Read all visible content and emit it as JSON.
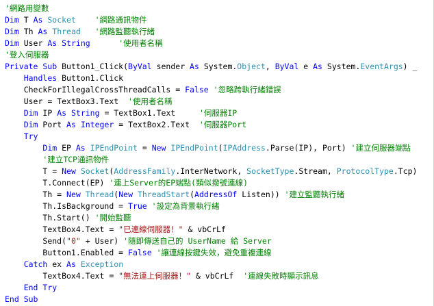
{
  "colors": {
    "plain": "#000000",
    "keyword": "#0000ff",
    "type": "#2b91af",
    "comment": "#008000",
    "string": "#a31515",
    "background": "#ffffff"
  },
  "code": {
    "lines": [
      {
        "indent": 0,
        "tokens": [
          {
            "k": "comment",
            "t": "'網路用變數"
          }
        ]
      },
      {
        "indent": 0,
        "tokens": [
          {
            "k": "keyword",
            "t": "Dim"
          },
          {
            "k": "plain",
            "t": " T "
          },
          {
            "k": "keyword",
            "t": "As"
          },
          {
            "k": "plain",
            "t": " "
          },
          {
            "k": "type",
            "t": "Socket"
          },
          {
            "k": "plain",
            "t": "    "
          },
          {
            "k": "comment",
            "t": "'網路通訊物件"
          }
        ]
      },
      {
        "indent": 0,
        "tokens": [
          {
            "k": "keyword",
            "t": "Dim"
          },
          {
            "k": "plain",
            "t": " Th "
          },
          {
            "k": "keyword",
            "t": "As"
          },
          {
            "k": "plain",
            "t": " "
          },
          {
            "k": "type",
            "t": "Thread"
          },
          {
            "k": "plain",
            "t": "   "
          },
          {
            "k": "comment",
            "t": "'網路監聽執行緒"
          }
        ]
      },
      {
        "indent": 0,
        "tokens": [
          {
            "k": "keyword",
            "t": "Dim"
          },
          {
            "k": "plain",
            "t": " User "
          },
          {
            "k": "keyword",
            "t": "As"
          },
          {
            "k": "plain",
            "t": " "
          },
          {
            "k": "keyword",
            "t": "String"
          },
          {
            "k": "plain",
            "t": "      "
          },
          {
            "k": "comment",
            "t": "'使用者名稱"
          }
        ]
      },
      {
        "indent": 0,
        "tokens": [
          {
            "k": "comment",
            "t": "'登入伺服器"
          }
        ]
      },
      {
        "indent": 0,
        "tokens": [
          {
            "k": "keyword",
            "t": "Private Sub"
          },
          {
            "k": "plain",
            "t": " Button1_Click("
          },
          {
            "k": "keyword",
            "t": "ByVal"
          },
          {
            "k": "plain",
            "t": " sender "
          },
          {
            "k": "keyword",
            "t": "As"
          },
          {
            "k": "plain",
            "t": " System."
          },
          {
            "k": "type",
            "t": "Object"
          },
          {
            "k": "plain",
            "t": ", "
          },
          {
            "k": "keyword",
            "t": "ByVal"
          },
          {
            "k": "plain",
            "t": " e "
          },
          {
            "k": "keyword",
            "t": "As"
          },
          {
            "k": "plain",
            "t": " System."
          },
          {
            "k": "type",
            "t": "EventArgs"
          },
          {
            "k": "plain",
            "t": ") _"
          }
        ]
      },
      {
        "indent": 1,
        "tokens": [
          {
            "k": "keyword",
            "t": "Handles"
          },
          {
            "k": "plain",
            "t": " Button1.Click"
          }
        ]
      },
      {
        "indent": 1,
        "tokens": [
          {
            "k": "plain",
            "t": "CheckForIllegalCrossThreadCalls = "
          },
          {
            "k": "keyword",
            "t": "False"
          },
          {
            "k": "plain",
            "t": " "
          },
          {
            "k": "comment",
            "t": "'忽略跨執行緒錯誤"
          }
        ]
      },
      {
        "indent": 1,
        "tokens": [
          {
            "k": "plain",
            "t": "User = TextBox3.Text  "
          },
          {
            "k": "comment",
            "t": "'使用者名稱"
          }
        ]
      },
      {
        "indent": 1,
        "tokens": [
          {
            "k": "keyword",
            "t": "Dim"
          },
          {
            "k": "plain",
            "t": " IP "
          },
          {
            "k": "keyword",
            "t": "As"
          },
          {
            "k": "plain",
            "t": " "
          },
          {
            "k": "keyword",
            "t": "String"
          },
          {
            "k": "plain",
            "t": " = TextBox1.Text     "
          },
          {
            "k": "comment",
            "t": "'伺服器IP"
          }
        ]
      },
      {
        "indent": 1,
        "tokens": [
          {
            "k": "keyword",
            "t": "Dim"
          },
          {
            "k": "plain",
            "t": " Port "
          },
          {
            "k": "keyword",
            "t": "As"
          },
          {
            "k": "plain",
            "t": " "
          },
          {
            "k": "keyword",
            "t": "Integer"
          },
          {
            "k": "plain",
            "t": " = TextBox2.Text  "
          },
          {
            "k": "comment",
            "t": "'伺服器Port"
          }
        ]
      },
      {
        "indent": 1,
        "tokens": [
          {
            "k": "keyword",
            "t": "Try"
          }
        ]
      },
      {
        "indent": 2,
        "tokens": [
          {
            "k": "keyword",
            "t": "Dim"
          },
          {
            "k": "plain",
            "t": " EP "
          },
          {
            "k": "keyword",
            "t": "As"
          },
          {
            "k": "plain",
            "t": " "
          },
          {
            "k": "type",
            "t": "IPEndPoint"
          },
          {
            "k": "plain",
            "t": " = "
          },
          {
            "k": "keyword",
            "t": "New"
          },
          {
            "k": "plain",
            "t": " "
          },
          {
            "k": "type",
            "t": "IPEndPoint"
          },
          {
            "k": "plain",
            "t": "("
          },
          {
            "k": "type",
            "t": "IPAddress"
          },
          {
            "k": "plain",
            "t": ".Parse(IP), Port) "
          },
          {
            "k": "comment",
            "t": "'建立伺服器端點"
          }
        ]
      },
      {
        "indent": 2,
        "tokens": [
          {
            "k": "comment",
            "t": "'建立TCP通訊物件"
          }
        ]
      },
      {
        "indent": 2,
        "tokens": [
          {
            "k": "plain",
            "t": "T = "
          },
          {
            "k": "keyword",
            "t": "New"
          },
          {
            "k": "plain",
            "t": " "
          },
          {
            "k": "type",
            "t": "Socket"
          },
          {
            "k": "plain",
            "t": "("
          },
          {
            "k": "type",
            "t": "AddressFamily"
          },
          {
            "k": "plain",
            "t": ".InterNetwork, "
          },
          {
            "k": "type",
            "t": "SocketType"
          },
          {
            "k": "plain",
            "t": ".Stream, "
          },
          {
            "k": "type",
            "t": "ProtocolType"
          },
          {
            "k": "plain",
            "t": ".Tcp)"
          }
        ]
      },
      {
        "indent": 2,
        "tokens": [
          {
            "k": "plain",
            "t": "T.Connect(EP) "
          },
          {
            "k": "comment",
            "t": "'連上Server的EP端點(類似撥號連線)"
          }
        ]
      },
      {
        "indent": 2,
        "tokens": [
          {
            "k": "plain",
            "t": "Th = "
          },
          {
            "k": "keyword",
            "t": "New"
          },
          {
            "k": "plain",
            "t": " "
          },
          {
            "k": "type",
            "t": "Thread"
          },
          {
            "k": "plain",
            "t": "("
          },
          {
            "k": "keyword",
            "t": "New"
          },
          {
            "k": "plain",
            "t": " "
          },
          {
            "k": "type",
            "t": "ThreadStart"
          },
          {
            "k": "plain",
            "t": "("
          },
          {
            "k": "keyword",
            "t": "AddressOf"
          },
          {
            "k": "plain",
            "t": " Listen)) "
          },
          {
            "k": "comment",
            "t": "'建立監聽執行緒"
          }
        ]
      },
      {
        "indent": 2,
        "tokens": [
          {
            "k": "plain",
            "t": "Th.IsBackground = "
          },
          {
            "k": "keyword",
            "t": "True"
          },
          {
            "k": "plain",
            "t": " "
          },
          {
            "k": "comment",
            "t": "'設定為背景執行緒"
          }
        ]
      },
      {
        "indent": 2,
        "tokens": [
          {
            "k": "plain",
            "t": "Th.Start() "
          },
          {
            "k": "comment",
            "t": "'開始監聽"
          }
        ]
      },
      {
        "indent": 2,
        "tokens": [
          {
            "k": "plain",
            "t": "TextBox4.Text = "
          },
          {
            "k": "string",
            "t": "\"已連線伺服器！\""
          },
          {
            "k": "plain",
            "t": " & vbCrLf"
          }
        ]
      },
      {
        "indent": 2,
        "tokens": [
          {
            "k": "plain",
            "t": "Send("
          },
          {
            "k": "string",
            "t": "\"0\""
          },
          {
            "k": "plain",
            "t": " + User) "
          },
          {
            "k": "comment",
            "t": "'隨即傳送自己的 UserName 給 Server"
          }
        ]
      },
      {
        "indent": 2,
        "tokens": [
          {
            "k": "plain",
            "t": "Button1.Enabled = "
          },
          {
            "k": "keyword",
            "t": "False"
          },
          {
            "k": "plain",
            "t": " "
          },
          {
            "k": "comment",
            "t": "'讓連線按鍵失效，避免重複連線"
          }
        ]
      },
      {
        "indent": 1,
        "tokens": [
          {
            "k": "keyword",
            "t": "Catch"
          },
          {
            "k": "plain",
            "t": " ex "
          },
          {
            "k": "keyword",
            "t": "As"
          },
          {
            "k": "plain",
            "t": " "
          },
          {
            "k": "type",
            "t": "Exception"
          }
        ]
      },
      {
        "indent": 2,
        "tokens": [
          {
            "k": "plain",
            "t": "TextBox4.Text = "
          },
          {
            "k": "string",
            "t": "\"無法連上伺服器！\""
          },
          {
            "k": "plain",
            "t": " & vbCrLf  "
          },
          {
            "k": "comment",
            "t": "'連線失敗時顯示訊息"
          }
        ]
      },
      {
        "indent": 1,
        "tokens": [
          {
            "k": "keyword",
            "t": "End Try"
          }
        ]
      },
      {
        "indent": 0,
        "tokens": [
          {
            "k": "keyword",
            "t": "End Sub"
          }
        ]
      }
    ]
  }
}
